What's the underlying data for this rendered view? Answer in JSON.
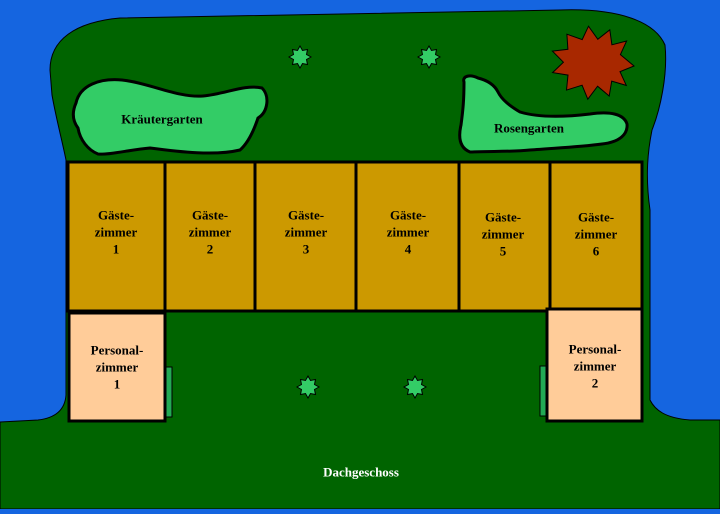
{
  "colors": {
    "water": "#1565e0",
    "grass": "#006400",
    "garden_bed": "#33cc66",
    "guest_room": "#cc9900",
    "staff_room": "#ffcc99",
    "door": "#22aa55",
    "sun": "#a82800",
    "outline": "#000000"
  },
  "gardens": {
    "herb_label": "Kräutergarten",
    "rose_label": "Rosengarten"
  },
  "guest_rooms": [
    {
      "line1": "Gäste-",
      "line2": "zimmer",
      "number": "1"
    },
    {
      "line1": "Gäste-",
      "line2": "zimmer",
      "number": "2"
    },
    {
      "line1": "Gäste-",
      "line2": "zimmer",
      "number": "3"
    },
    {
      "line1": "Gäste-",
      "line2": "zimmer",
      "number": "4"
    },
    {
      "line1": "Gäste-",
      "line2": "zimmer",
      "number": "5"
    },
    {
      "line1": "Gäste-",
      "line2": "zimmer",
      "number": "6"
    }
  ],
  "staff_rooms": [
    {
      "line1": "Personal-",
      "line2": "zimmer",
      "number": "1"
    },
    {
      "line1": "Personal-",
      "line2": "zimmer",
      "number": "2"
    }
  ],
  "floor_label": "Dachgeschoss",
  "icons": {
    "sun": "sun-icon",
    "bush": "bush-icon"
  }
}
